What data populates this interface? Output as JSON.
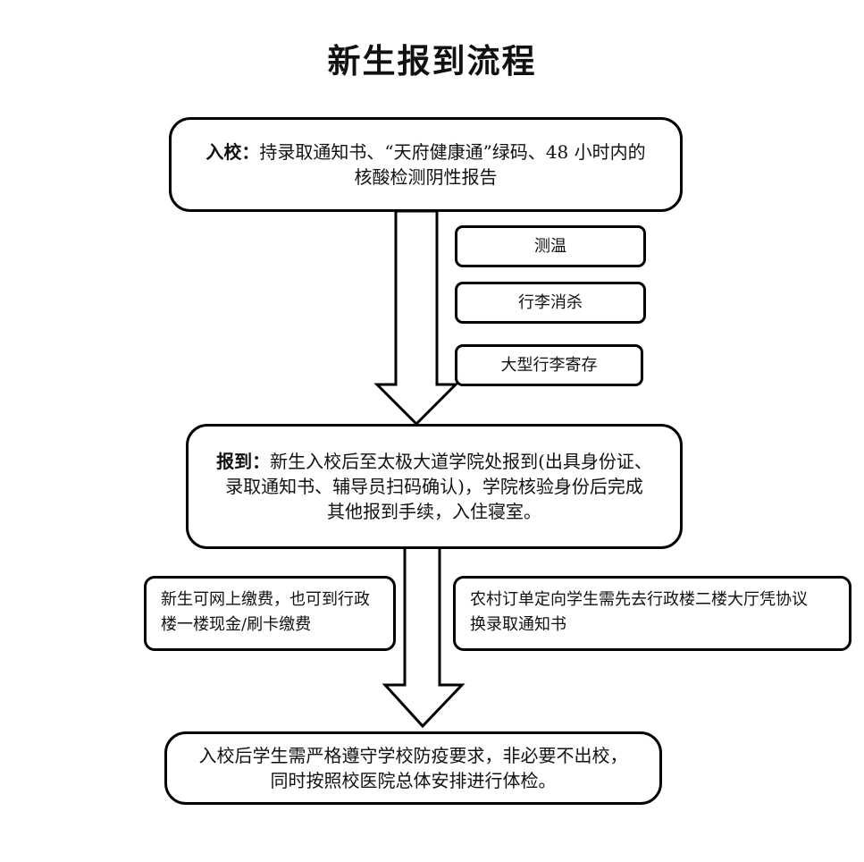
{
  "title": "新生报到流程",
  "steps": {
    "enter": {
      "lead": "入校：",
      "text": "持录取通知书、“天府健康通”绿码、48 小时内的\n核酸检测阴性报告"
    },
    "checks": [
      "测温",
      "行李消杀",
      "大型行李寄存"
    ],
    "register": {
      "lead": "报到：",
      "text": "新生入校后至太极大道学院处报到(出具身份证、\n录取通知书、辅导员扫码确认)，学院核验身份后完成\n其他报到手续，入住寝室。"
    },
    "note_payment": "新生可网上缴费，也可到行政\n楼一楼现金/刷卡缴费",
    "note_rural": "农村订单定向学生需先去行政楼二楼大厅凭协议\n换录取通知书",
    "final": "入校后学生需严格遵守学校防疫要求，非必要不出校，\n同时按照校医院总体安排进行体检。"
  }
}
